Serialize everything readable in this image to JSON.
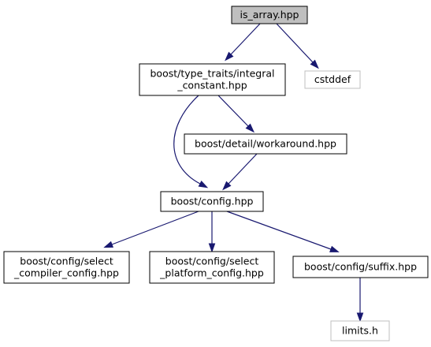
{
  "colors": {
    "edge": "#191970",
    "node_border": "#000000",
    "node_fill": "#ffffff",
    "selected_fill": "#bfbfbf",
    "missing_border": "#bfbfbf",
    "text": "#000000"
  },
  "nodes": {
    "is_array": {
      "lines": [
        "is_array.hpp"
      ]
    },
    "integral_constant": {
      "lines": [
        "boost/type_traits/integral",
        "_constant.hpp"
      ]
    },
    "cstddef": {
      "lines": [
        "cstddef"
      ]
    },
    "workaround": {
      "lines": [
        "boost/detail/workaround.hpp"
      ]
    },
    "config": {
      "lines": [
        "boost/config.hpp"
      ]
    },
    "select_compiler": {
      "lines": [
        "boost/config/select",
        "_compiler_config.hpp"
      ]
    },
    "select_platform": {
      "lines": [
        "boost/config/select",
        "_platform_config.hpp"
      ]
    },
    "suffix": {
      "lines": [
        "boost/config/suffix.hpp"
      ]
    },
    "limits": {
      "lines": [
        "limits.h"
      ]
    }
  },
  "edges": [
    {
      "from": "is_array",
      "to": "integral_constant"
    },
    {
      "from": "is_array",
      "to": "cstddef"
    },
    {
      "from": "integral_constant",
      "to": "workaround"
    },
    {
      "from": "integral_constant",
      "to": "config"
    },
    {
      "from": "workaround",
      "to": "config"
    },
    {
      "from": "config",
      "to": "select_compiler"
    },
    {
      "from": "config",
      "to": "select_platform"
    },
    {
      "from": "config",
      "to": "suffix"
    },
    {
      "from": "suffix",
      "to": "limits"
    }
  ]
}
